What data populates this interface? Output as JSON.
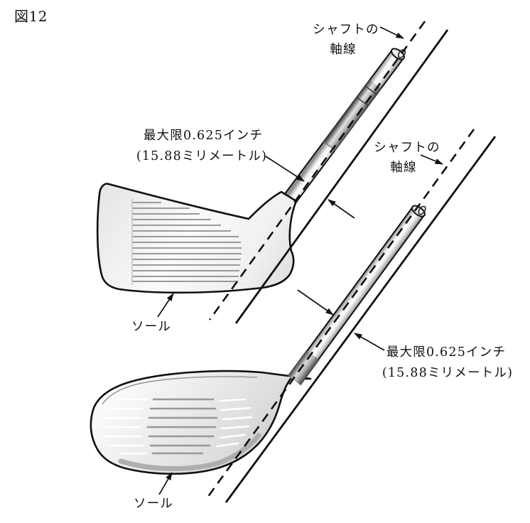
{
  "page": {
    "background": "#ffffff"
  },
  "colors": {
    "ink": "#111111",
    "groove_gray": "#9a9a9a",
    "face_line_white": "#ffffff",
    "shaft_dark": "#8f8f8f",
    "shaft_light": "#ffffff",
    "head_fill": "#f2f2f2"
  },
  "figure_label": "図12",
  "labels": {
    "shaft_axis": {
      "line1": "シャフトの",
      "line2": "軸線"
    },
    "max_limit": {
      "line1": "最大限0.625インチ",
      "line2": "(15.88ミリメートル)"
    },
    "sole": "ソール"
  },
  "values": {
    "max_offset_inches": "0.625",
    "max_offset_mm": "15.88"
  }
}
